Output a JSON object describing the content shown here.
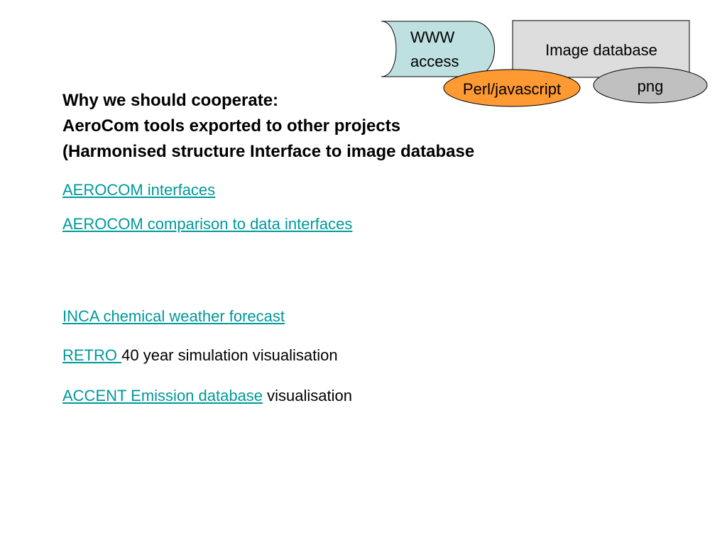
{
  "diagram": {
    "www_access": {
      "line1": "WWW",
      "line2": "access",
      "fill": "#bfe0e0"
    },
    "image_database": {
      "label": "Image database",
      "fill": "#dddddd"
    },
    "perl_javascript": {
      "label": "Perl/javascript",
      "fill": "#ff9a33"
    },
    "png": {
      "label": "png",
      "fill": "#c0c0c0"
    }
  },
  "heading": {
    "line1": "Why we should cooperate:",
    "line2": "AeroCom tools exported to other projects",
    "line3": "(Harmonised structure Interface to image database"
  },
  "links": {
    "aerocom_interfaces": "AEROCOM interfaces",
    "aerocom_comparison": "AEROCOM comparison to data interfaces",
    "inca": "INCA chemical weather forecast",
    "retro": "RETRO ",
    "retro_suffix": "40 year simulation visualisation",
    "accent": "ACCENT Emission database",
    "accent_suffix": " visualisation"
  },
  "colors": {
    "link": "#00989a"
  }
}
